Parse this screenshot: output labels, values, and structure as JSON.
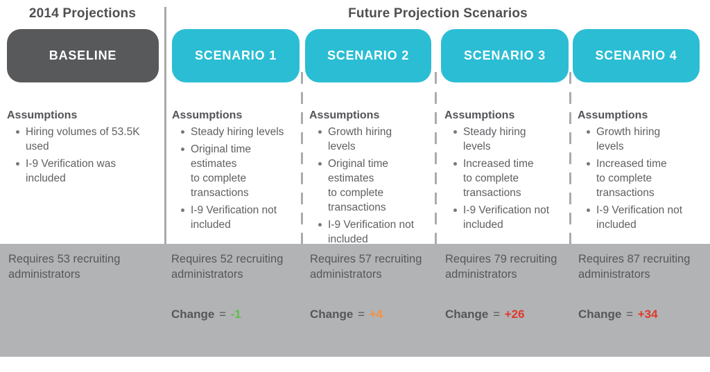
{
  "header": {
    "left_title": "2014 Projections",
    "right_title": "Future Projection Scenarios"
  },
  "colors": {
    "cyan_box": "#2bbdd4",
    "baseline_box": "#58595b",
    "divider": "#a7a9ac",
    "band_background": "#b2b3b5",
    "change_negative_green": "#5cbf4b",
    "change_small_orange": "#f6913d",
    "change_large_red": "#e0392b"
  },
  "columns": [
    {
      "box_label": "BASELINE",
      "box_color": "#58595b",
      "assumptions_title": "Assumptions",
      "bullets": [
        "Hiring volumes of 53.5K\nused",
        "I-9 Verification was\nincluded"
      ],
      "requires": "Requires 53 recruiting\nadministrators"
    },
    {
      "box_label": "SCENARIO 1",
      "box_color": "#2bbdd4",
      "assumptions_title": "Assumptions",
      "bullets": [
        "Steady hiring levels",
        "Original time\nestimates\nto complete\ntransactions",
        "I-9 Verification not\nincluded"
      ],
      "requires": "Requires 52 recruiting\nadministrators",
      "change_label": "Change",
      "change_eq": "=",
      "change_value": "-1",
      "change_color": "#5cbf4b"
    },
    {
      "box_label": "SCENARIO 2",
      "box_color": "#2bbdd4",
      "assumptions_title": "Assumptions",
      "bullets": [
        "Growth hiring\nlevels",
        "Original time\nestimates\nto complete\ntransactions",
        "I-9 Verification not\nincluded"
      ],
      "requires": "Requires 57 recruiting\nadministrators",
      "change_label": "Change",
      "change_eq": "=",
      "change_value": "+4",
      "change_color": "#f6913d"
    },
    {
      "box_label": "SCENARIO 3",
      "box_color": "#2bbdd4",
      "assumptions_title": "Assumptions",
      "bullets": [
        "Steady hiring\nlevels",
        "Increased time\nto complete\ntransactions",
        "I-9 Verification not\nincluded"
      ],
      "requires": "Requires 79 recruiting\nadministrators",
      "change_label": "Change",
      "change_eq": "=",
      "change_value": "+26",
      "change_color": "#e0392b"
    },
    {
      "box_label": "SCENARIO 4",
      "box_color": "#2bbdd4",
      "assumptions_title": "Assumptions",
      "bullets": [
        "Growth hiring\nlevels",
        "Increased time\nto complete\ntransactions",
        "I-9 Verification not\nincluded"
      ],
      "requires": "Requires 87 recruiting\nadministrators",
      "change_label": "Change",
      "change_eq": "=",
      "change_value": "+34",
      "change_color": "#e0392b"
    }
  ]
}
